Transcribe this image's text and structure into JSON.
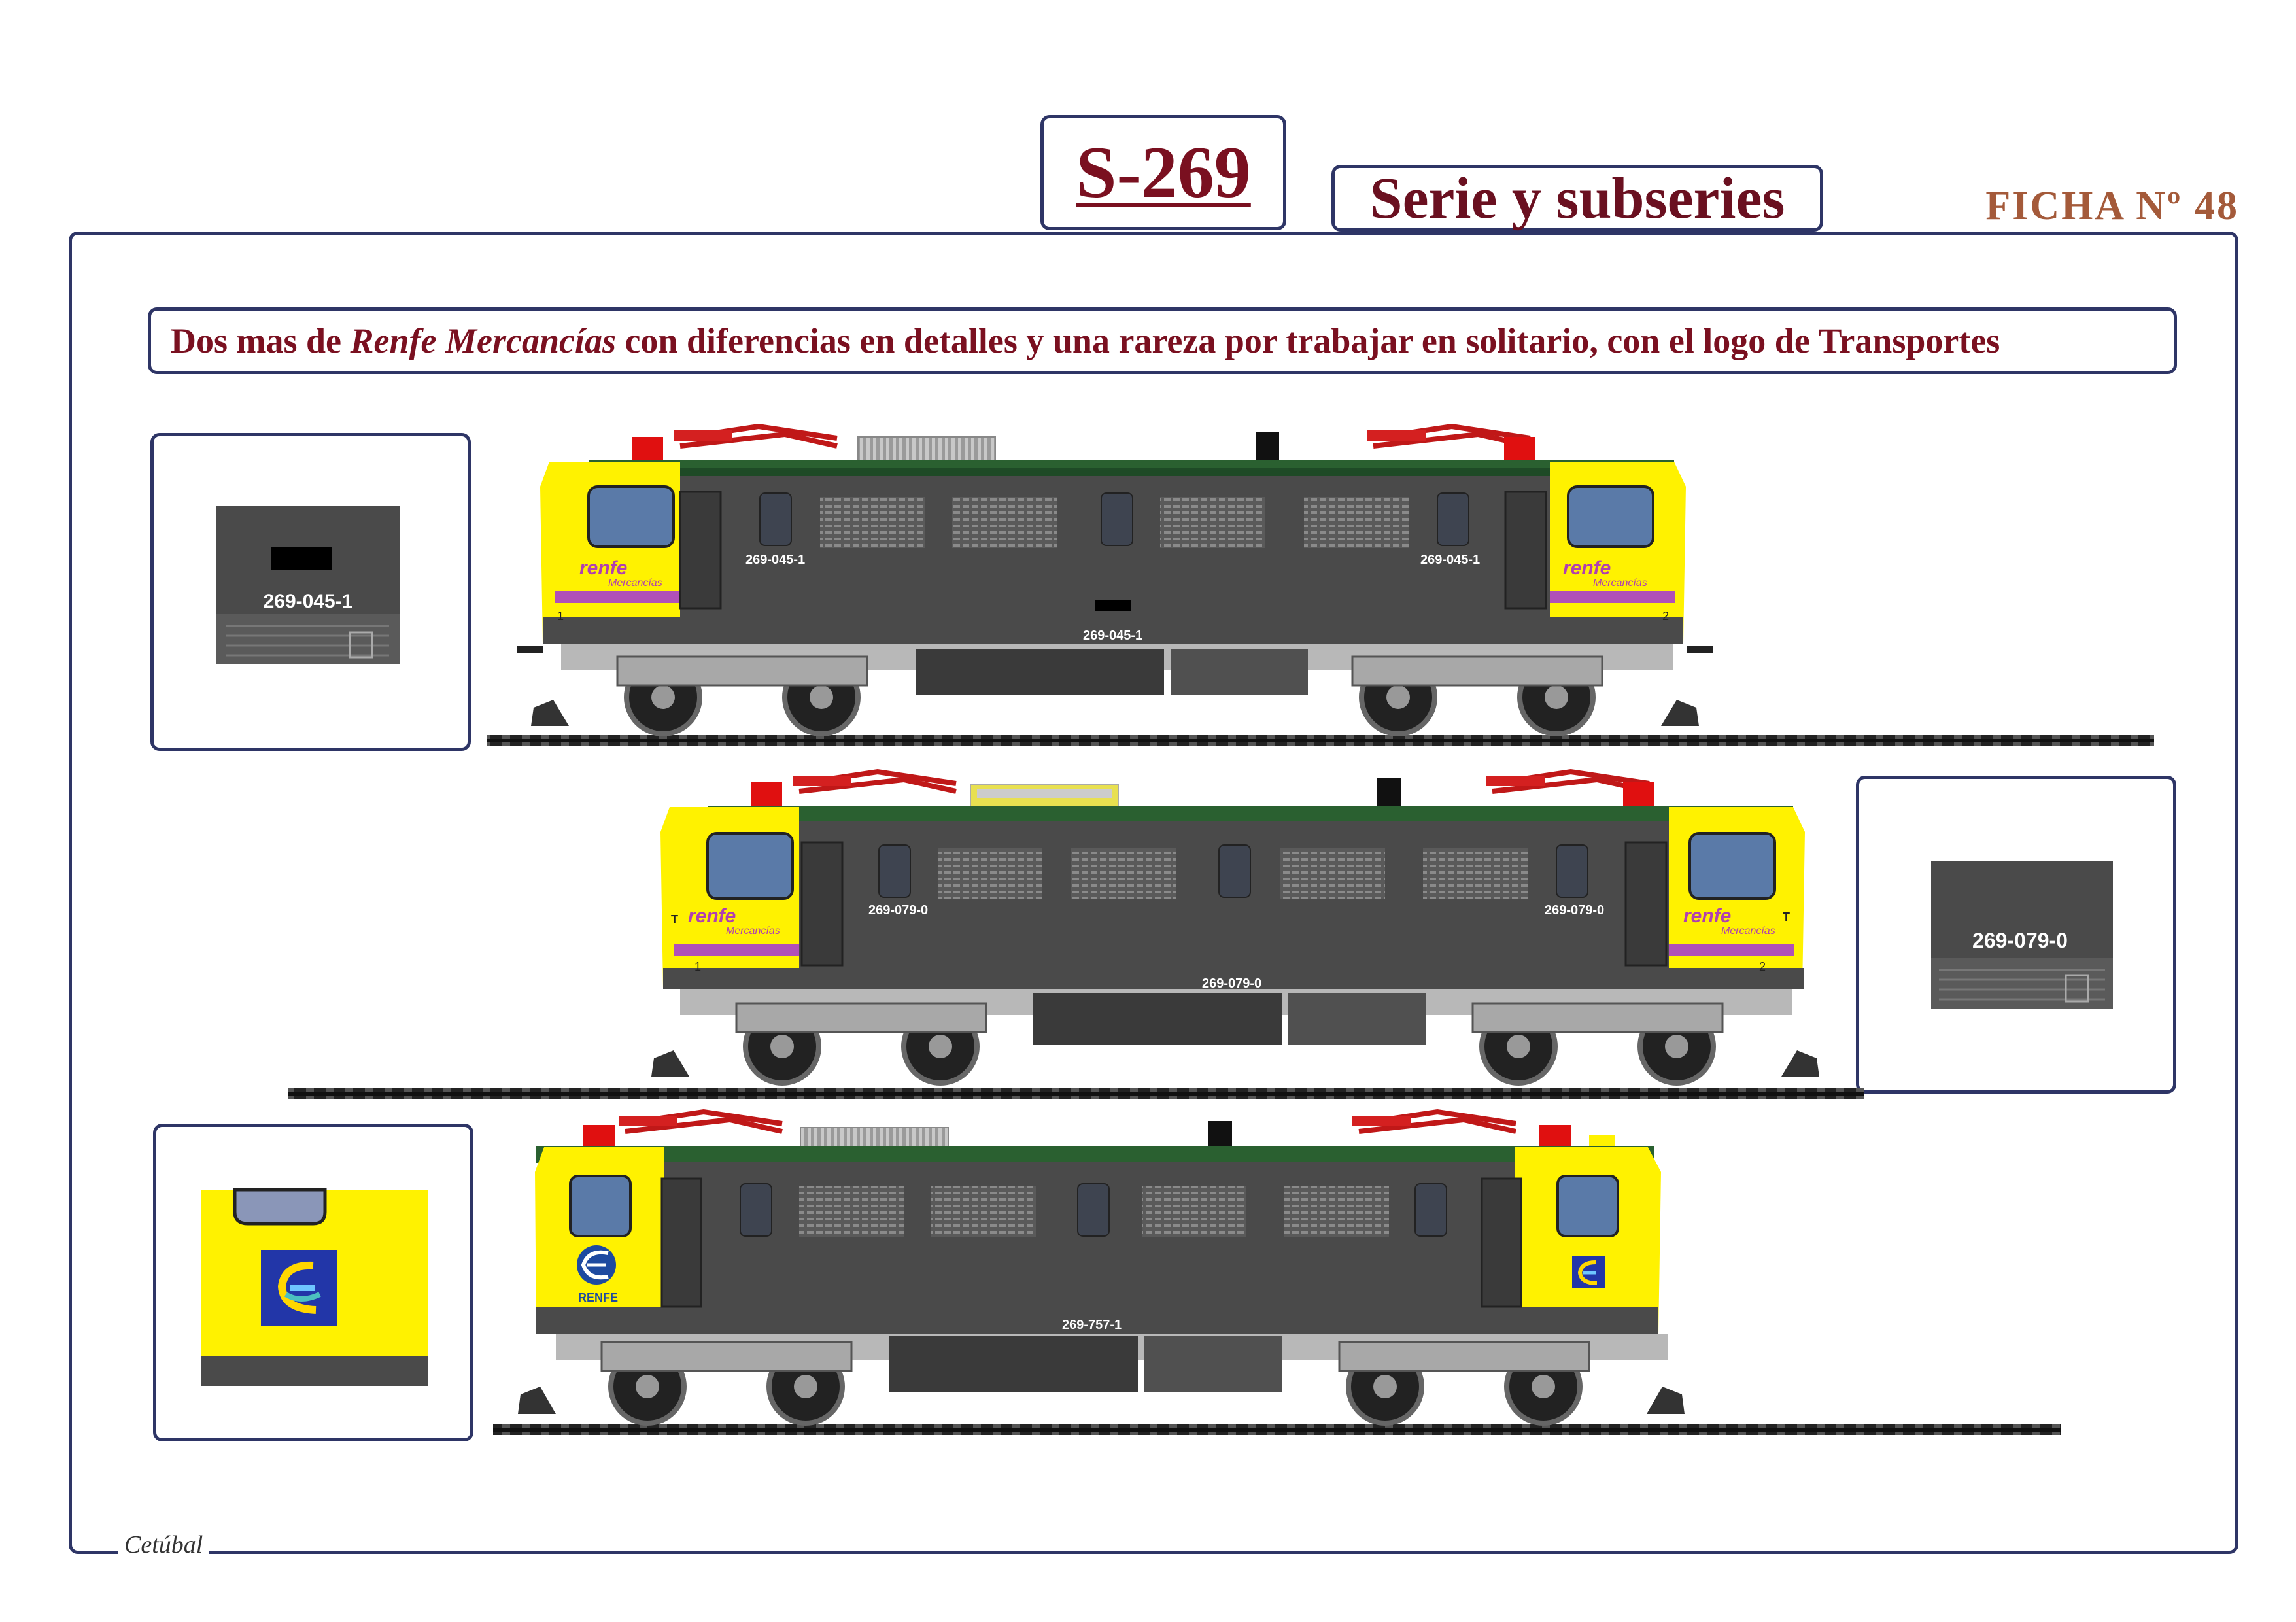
{
  "header": {
    "series_code": "S-269",
    "section_title": "Serie y subseries",
    "sheet_number": "FICHA Nº 48"
  },
  "caption": {
    "part1": "Dos mas de ",
    "part2_italic": "Renfe Mercancías",
    "part3": " con diferencias en detalles y una rareza por trabajar en solitario, con el logo de Transportes"
  },
  "locomotives": [
    {
      "number": "269-045-1",
      "brand": "renfe",
      "brand_sub": "Mercancías",
      "cab_left_id": "1",
      "cab_right_id": "2",
      "livery": "Renfe Mercancías"
    },
    {
      "number": "269-079-0",
      "brand": "renfe",
      "brand_sub": "Mercancías",
      "cab_left_id": "1",
      "cab_right_id": "2",
      "cab_left_mark": "T",
      "cab_right_mark": "T",
      "livery": "Renfe Mercancías"
    },
    {
      "number": "269-757-1",
      "brand": "RENFE",
      "livery": "Transportes"
    }
  ],
  "insets": [
    {
      "number": "269-045-1"
    },
    {
      "number": "269-079-0"
    },
    {
      "logo": "transportes-logo-icon"
    }
  ],
  "colors": {
    "frame": "#2e3566",
    "title_red": "#7a1020",
    "ficha": "#a45a3a",
    "body_yellow": "#fff200",
    "body_grey": "#4a4a4a",
    "stripe_purple": "#b050b8",
    "pantograph_red": "#d42020"
  },
  "signature": "Cetúbal"
}
